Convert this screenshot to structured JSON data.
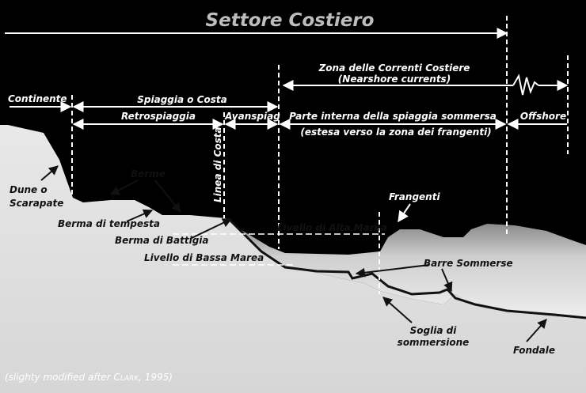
{
  "title": "Settore Costiero",
  "labels": {
    "zona_correnti": "Zona delle Correnti Costiere",
    "nearshore": "(Nearshore currents)",
    "continente": "Continente",
    "spiaggia_costa": "Spiaggia  o  Costa",
    "retrospiaggia": "Retrospiaggia",
    "avanspiag": "Avanspiag",
    "parte_interna": "Parte interna della spiaggia sommersa",
    "estesa": "(estesa verso la zona dei frangenti)",
    "offshore": "Offshore",
    "linea_costa": "Linea di Costa",
    "berme": "Berme",
    "dune_1": "Dune o",
    "dune_2": "Scarapate",
    "berma_tempesta": "Berma di tempesta",
    "berma_battigia": "Berma di Battigia",
    "livello_alta": "Livello di Alta Marea",
    "livello_bassa": "Livello di Bassa Marea",
    "frangenti": "Frangenti",
    "barre": "Barre Sommerse",
    "soglia_1": "Soglia di",
    "soglia_2": "sommersione",
    "fondale": "Fondale"
  },
  "credit": {
    "prefix": "(slighty modified after ",
    "author_initial": "C",
    "author_rest": "LARK",
    "suffix": ", 1995)"
  },
  "colors": {
    "background": "#000000",
    "land": "#e4e4e4",
    "water": "#d0d0d0",
    "line": "#ffffff",
    "seabed": "#000000",
    "title": "#bdbdbd"
  }
}
